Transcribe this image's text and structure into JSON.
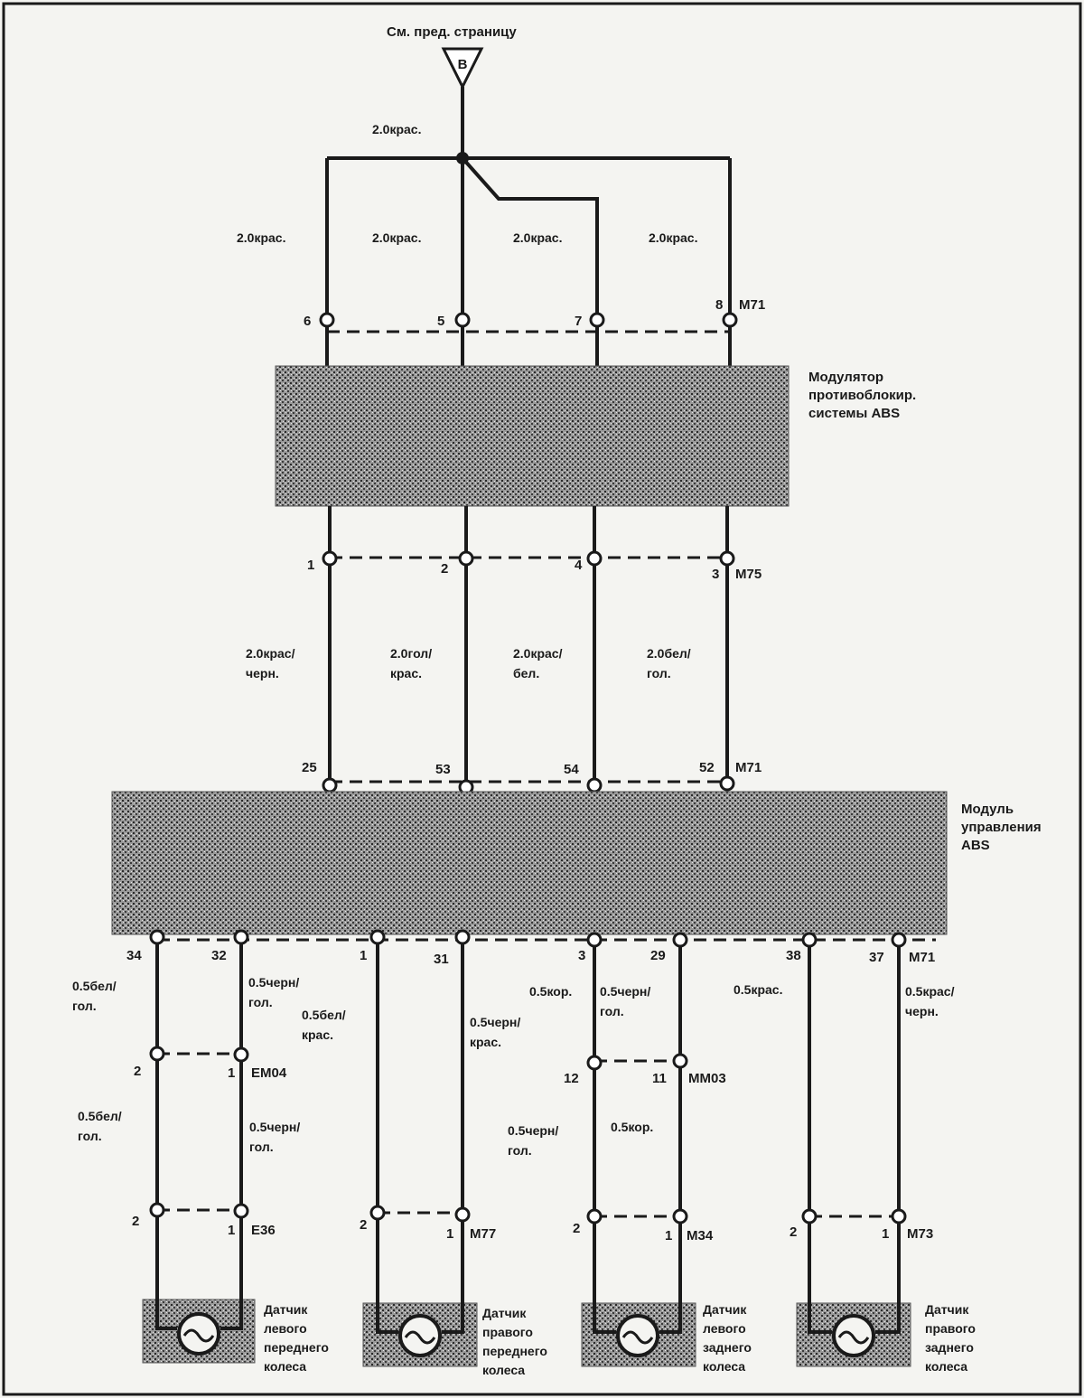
{
  "source_ref": {
    "text": "См. пред. страницу",
    "connector": "B"
  },
  "supply_wire": "2.0крас.",
  "branch_wires": [
    "2.0крас.",
    "2.0крас.",
    "2.0крас.",
    "2.0крас."
  ],
  "m71_top_pins": [
    "6",
    "5",
    "7",
    "8"
  ],
  "m71_top_name": "M71",
  "modulator": {
    "label_lines": [
      "Модулятор",
      "противоблокир.",
      "системы ABS"
    ]
  },
  "m75_pins": [
    "1",
    "2",
    "4",
    "3"
  ],
  "m75_name": "M75",
  "mid_wires": [
    [
      "2.0крас/",
      "черн."
    ],
    [
      "2.0гол/",
      "крас."
    ],
    [
      "2.0крас/",
      "бел."
    ],
    [
      "2.0бел/",
      "гол."
    ]
  ],
  "m71_mid_pins": [
    "25",
    "53",
    "54",
    "52"
  ],
  "m71_mid_name": "M71",
  "control": {
    "label_lines": [
      "Модуль",
      "управления",
      "ABS"
    ]
  },
  "m71_bottom_pins": [
    "34",
    "32",
    "1",
    "31",
    "3",
    "29",
    "38",
    "37"
  ],
  "m71_bottom_name": "M71",
  "upper_wires": [
    [
      "0.5бел/",
      "гол."
    ],
    [
      "0.5черн/",
      "гол."
    ],
    [
      "0.5бел/",
      "крас."
    ],
    [
      "0.5черн/",
      "крас."
    ],
    [
      "0.5кор."
    ],
    [
      "0.5черн/",
      "гол."
    ],
    [
      "0.5крас."
    ],
    [
      "0.5крас/",
      "черн."
    ]
  ],
  "em04": {
    "pins": [
      "2",
      "1"
    ],
    "name": "EM04"
  },
  "mm03": {
    "pins": [
      "12",
      "11"
    ],
    "name": "MM03"
  },
  "lower_wires_left": [
    [
      "0.5бел/",
      "гол."
    ],
    [
      "0.5черн/",
      "гол."
    ]
  ],
  "lower_wires_mid": [
    [
      "0.5черн/",
      "гол."
    ],
    [
      "0.5кор."
    ]
  ],
  "sensor_connectors": [
    {
      "pins": [
        "2",
        "1"
      ],
      "name": "E36"
    },
    {
      "pins": [
        "2",
        "1"
      ],
      "name": "M77"
    },
    {
      "pins": [
        "2",
        "1"
      ],
      "name": "M34"
    },
    {
      "pins": [
        "2",
        "1"
      ],
      "name": "M73"
    }
  ],
  "sensors": [
    {
      "lines": [
        "Датчик",
        "левого",
        "переднего",
        "колеса"
      ]
    },
    {
      "lines": [
        "Датчик",
        "правого",
        "переднего",
        "колеса"
      ]
    },
    {
      "lines": [
        "Датчик",
        "левого",
        "заднего",
        "колеса"
      ]
    },
    {
      "lines": [
        "Датчик",
        "правого",
        "заднего",
        "колеса"
      ]
    }
  ],
  "colors": {
    "ink": "#1a1a1a",
    "paper": "#f4f4f1",
    "module_fill": "#8f8f8f"
  }
}
